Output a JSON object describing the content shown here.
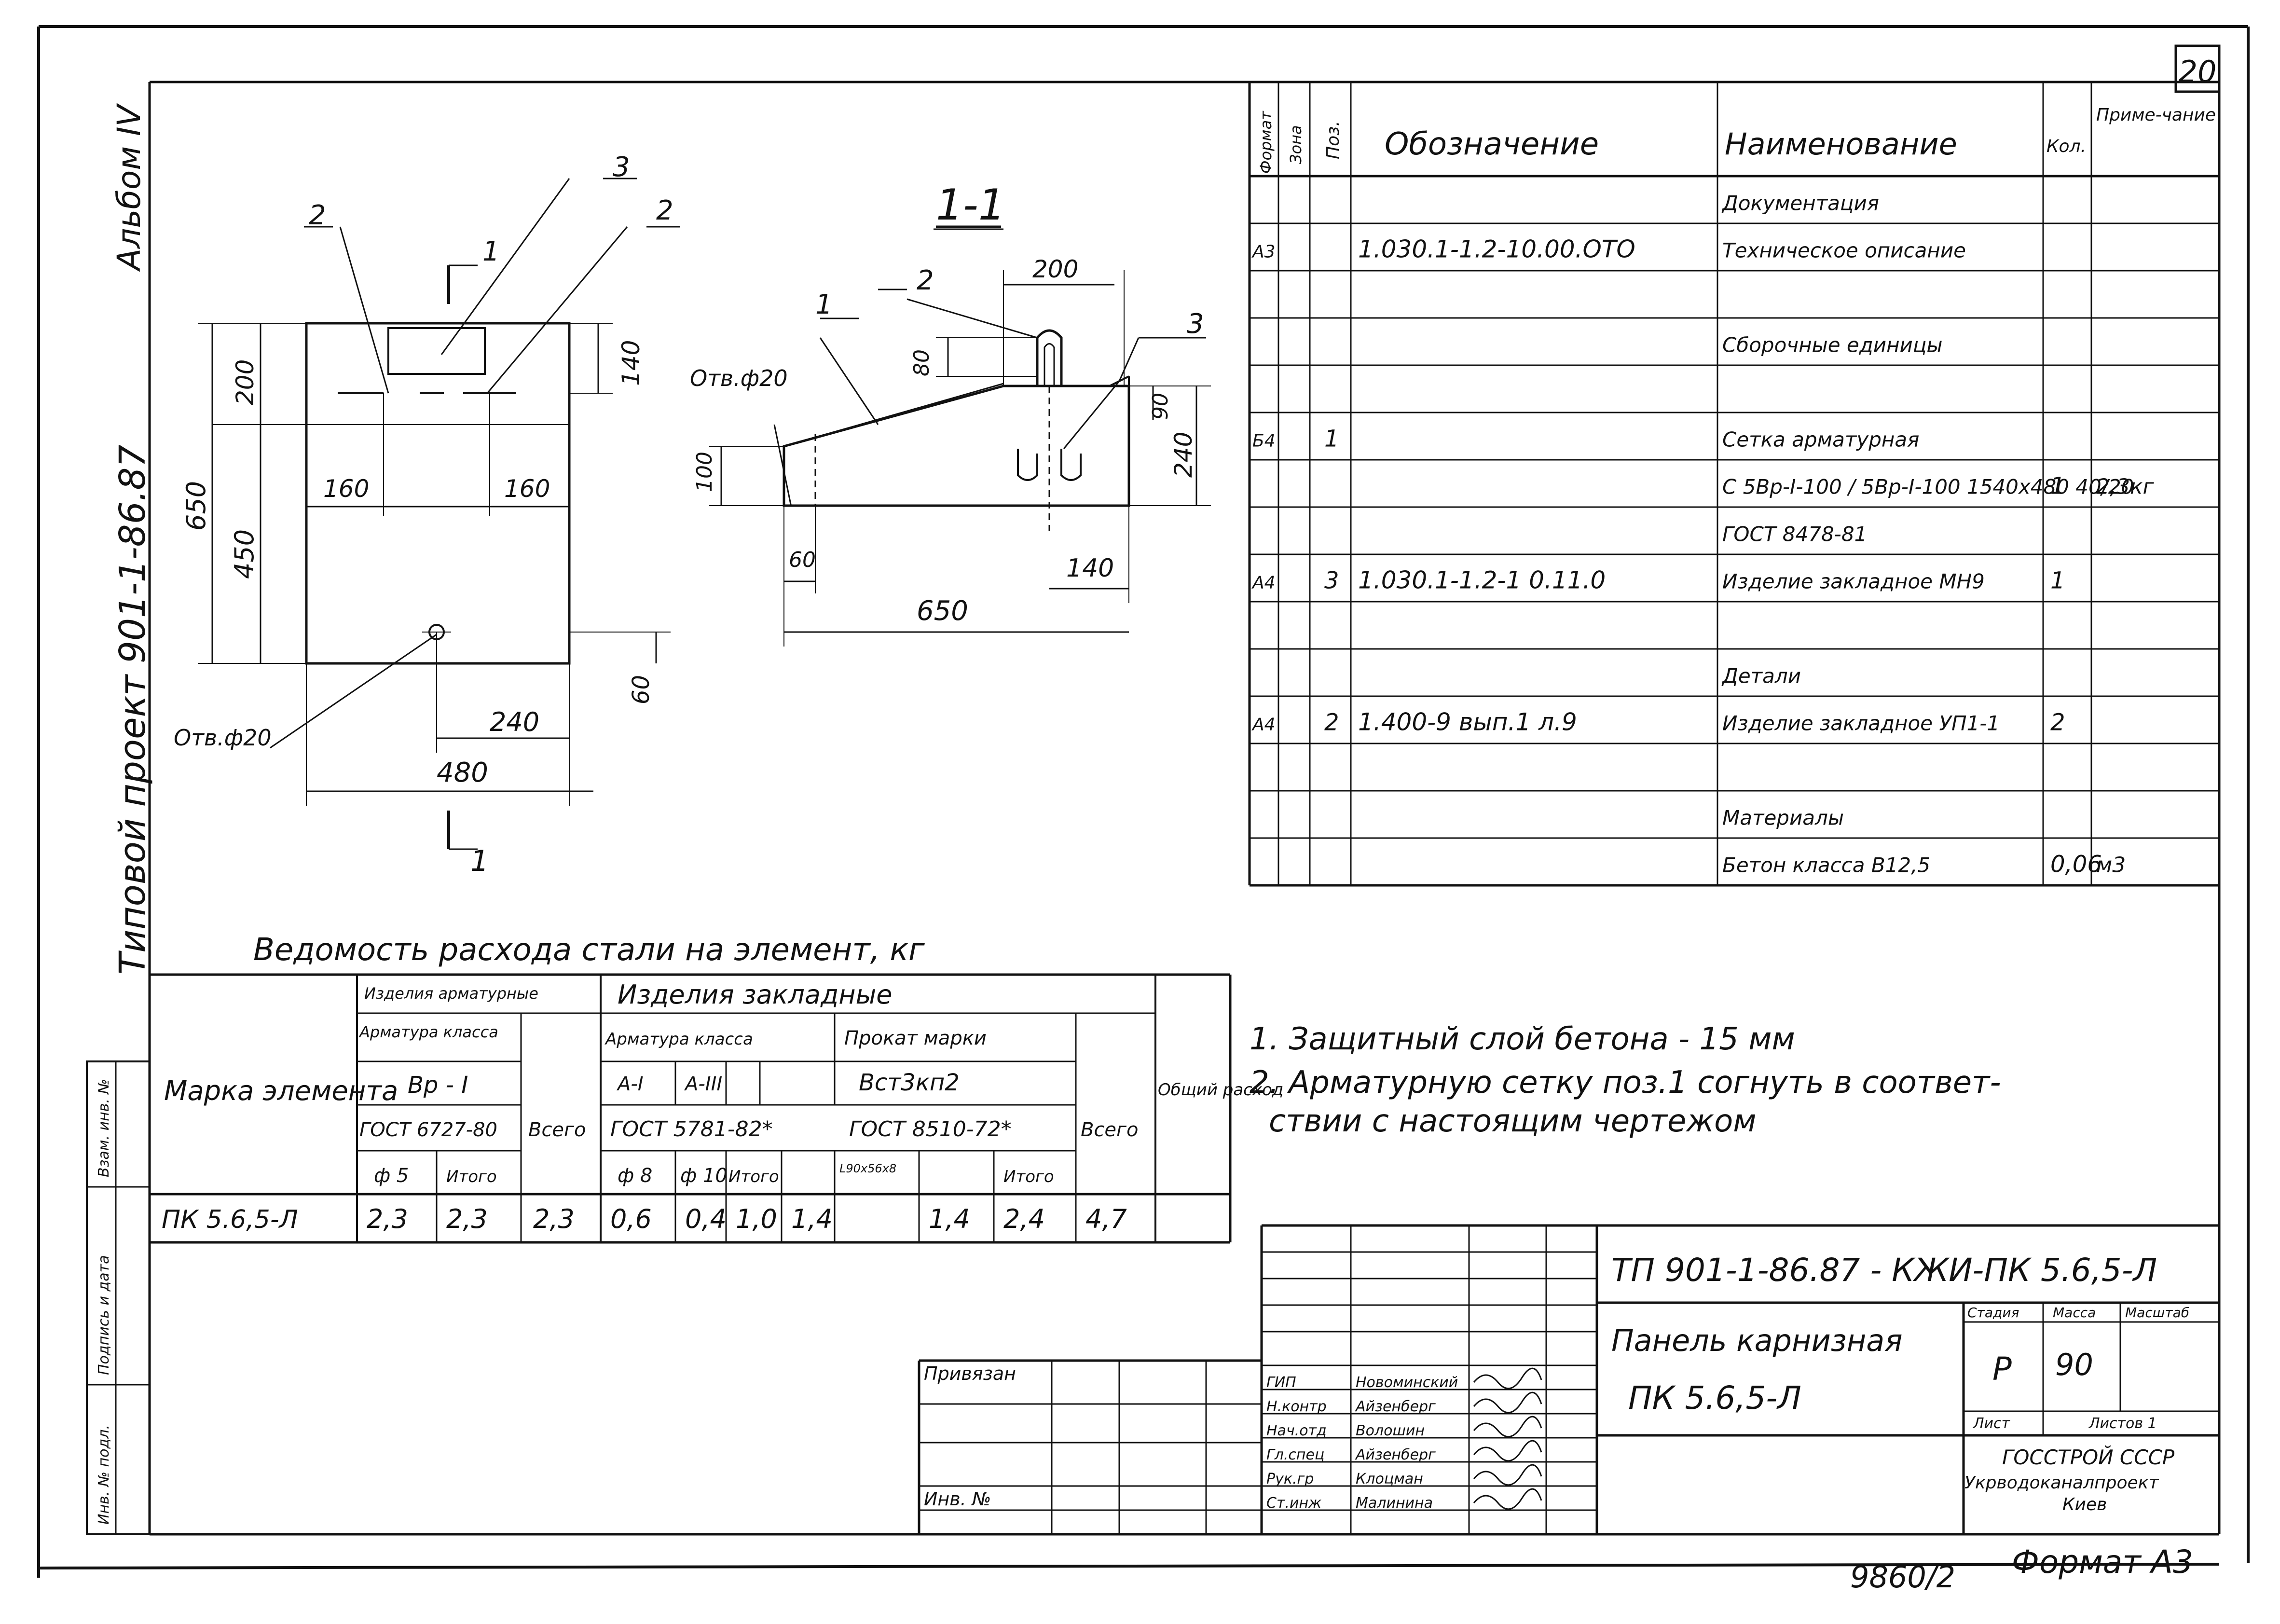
{
  "sheet": {
    "number": "20",
    "album": "Альбом IV",
    "project": "Типовой проект 901-1-86.87"
  },
  "bottom": {
    "archive_no": "9860/2",
    "format": "Формат А3"
  },
  "drawings": {
    "plan": {
      "cut_mark": "1",
      "leader_3": "3",
      "leader_2a": "2",
      "leader_2b": "2",
      "dim_200": "200",
      "dim_140": "140",
      "dim_650": "650",
      "dim_450": "450",
      "dim_160a": "160",
      "dim_160b": "160",
      "dim_60": "60",
      "dim_240": "240",
      "dim_480": "480",
      "hole": "Отв.ф20"
    },
    "section": {
      "title": "1-1",
      "leader_1": "1",
      "leader_2": "2",
      "leader_3": "3",
      "dim_200": "200",
      "dim_80": "80",
      "dim_90": "90",
      "dim_240": "240",
      "dim_100": "100",
      "dim_60": "60",
      "dim_140": "140",
      "dim_650": "650",
      "hole": "Отв.ф20"
    }
  },
  "spec": {
    "headers": {
      "format": "Формат",
      "zone": "Зона",
      "pos": "Поз.",
      "designation": "Обозначение",
      "name": "Наименование",
      "qty": "Кол.",
      "note": "Приме-чание"
    },
    "rows": [
      {
        "format": "",
        "pos": "",
        "designation": "",
        "name": "Документация",
        "qty": "",
        "note": ""
      },
      {
        "format": "А3",
        "pos": "",
        "designation": "1.030.1-1.2-10.00.ОТО",
        "name": "Техническое описание",
        "qty": "",
        "note": ""
      },
      {
        "format": "",
        "pos": "",
        "designation": "",
        "name": "",
        "qty": "",
        "note": ""
      },
      {
        "format": "",
        "pos": "",
        "designation": "",
        "name": "Сборочные единицы",
        "qty": "",
        "note": ""
      },
      {
        "format": "",
        "pos": "",
        "designation": "",
        "name": "",
        "qty": "",
        "note": ""
      },
      {
        "format": "Б4",
        "pos": "1",
        "designation": "",
        "name": "Сетка арматурная",
        "qty": "",
        "note": ""
      },
      {
        "format": "",
        "pos": "",
        "designation": "",
        "name": "С 5Вр-I-100 / 5Вр-I-100 1540х480 40/20",
        "qty": "1",
        "note": "2,3кг"
      },
      {
        "format": "",
        "pos": "",
        "designation": "",
        "name": "ГОСТ 8478-81",
        "qty": "",
        "note": ""
      },
      {
        "format": "А4",
        "pos": "3",
        "designation": "1.030.1-1.2-1 0.11.0",
        "name": "Изделие закладное МН9",
        "qty": "1",
        "note": ""
      },
      {
        "format": "",
        "pos": "",
        "designation": "",
        "name": "",
        "qty": "",
        "note": ""
      },
      {
        "format": "",
        "pos": "",
        "designation": "",
        "name": "Детали",
        "qty": "",
        "note": ""
      },
      {
        "format": "А4",
        "pos": "2",
        "designation": "1.400-9 вып.1 л.9",
        "name": "Изделие закладное УП1-1",
        "qty": "2",
        "note": ""
      },
      {
        "format": "",
        "pos": "",
        "designation": "",
        "name": "",
        "qty": "",
        "note": ""
      },
      {
        "format": "",
        "pos": "",
        "designation": "",
        "name": "Материалы",
        "qty": "",
        "note": ""
      },
      {
        "format": "",
        "pos": "",
        "designation": "",
        "name": "Бетон класса В12,5",
        "qty": "0,06",
        "note": "м3"
      }
    ]
  },
  "steel": {
    "title": "Ведомость расхода стали на элемент, кг",
    "h_mark": "Марка элемента",
    "h_rebar": "Изделия арматурные",
    "h_rebar_class": "Арматура класса",
    "h_vr": "Вр - I",
    "h_gost6727": "ГОСТ 6727-80",
    "h_d5": "ф 5",
    "h_total": "Итого",
    "h_all": "Всего",
    "h_embedded": "Изделия закладные",
    "h_arm_class": "Арматура класса",
    "h_a1": "А-I",
    "h_a3": "А-III",
    "h_gost5781": "ГОСТ 5781-82*",
    "h_d8": "ф 8",
    "h_d10": "ф 10",
    "h_total2": "Итого",
    "h_rolled": "Прокат марки",
    "h_vst": "Вст3кп2",
    "h_gost8510": "ГОСТ 8510-72*",
    "h_angle": "L90х56х8",
    "h_total3": "Итого",
    "h_all2": "Всего",
    "h_overall": "Общий расход",
    "row": [
      "ПК 5.6,5-Л",
      "2,3",
      "2,3",
      "2,3",
      "0,6",
      "0,4",
      "1,0",
      "1,4",
      "",
      "1,4",
      "2,4",
      "4,7"
    ]
  },
  "notes": [
    "1. Защитный слой бетона - 15 мм",
    "2. Арматурную сетку поз.1 согнуть в соответ-",
    "ствии с настоящим чертежом"
  ],
  "stamp": {
    "code": "ТП 901-1-86.87 - КЖИ-ПК 5.6,5-Л",
    "title1": "Панель карнизная",
    "title2": "ПК 5.6,5-Л",
    "stage_h": "Стадия",
    "mass_h": "Масса",
    "scale_h": "Масштаб",
    "stage": "Р",
    "mass": "90",
    "sheet_h": "Лист",
    "sheets_h": "Листов 1",
    "org1": "ГОССТРОЙ СССР",
    "org2": "Укрводоканалпроект",
    "org3": "Киев",
    "privyazan": "Привязан",
    "inv": "Инв. №",
    "roles": [
      {
        "role": "ГИП",
        "name": "Новоминский"
      },
      {
        "role": "Н.контр",
        "name": "Айзенберг"
      },
      {
        "role": "Нач.отд",
        "name": "Волошин"
      },
      {
        "role": "Гл.спец",
        "name": "Айзенберг"
      },
      {
        "role": "Рук.гр",
        "name": "Клоцман"
      },
      {
        "role": "Ст.инж",
        "name": "Малинина"
      }
    ]
  },
  "side": {
    "replace": "Взам. инв. №",
    "sign_date": "Подпись и дата",
    "inv_orig": "Инв. № подл."
  }
}
